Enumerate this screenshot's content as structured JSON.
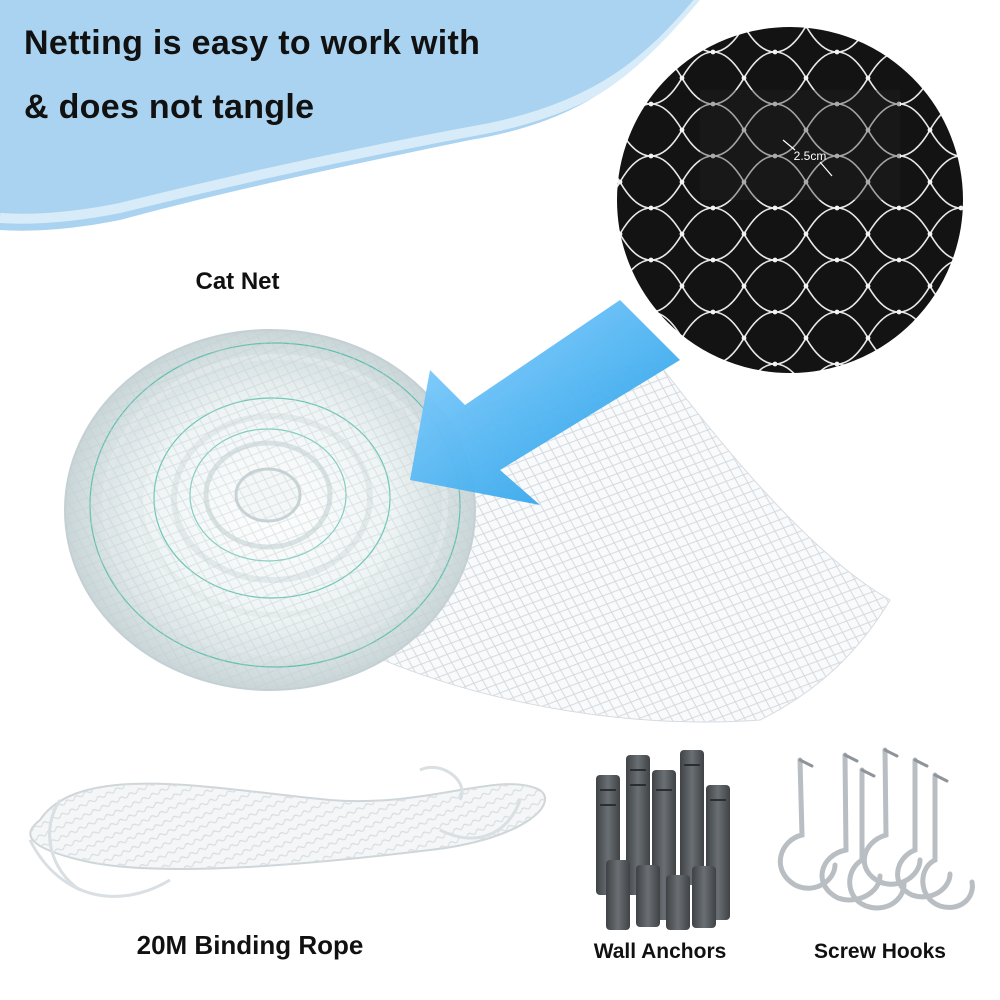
{
  "headline": {
    "line1": "Netting is easy to work with",
    "line2": "& does not tangle"
  },
  "zoom_inset": {
    "mesh_size": "2.5cm"
  },
  "labels": {
    "net": "Cat Net",
    "rope": "20M Binding Rope",
    "anchors": "Wall Anchors",
    "hooks": "Screw Hooks"
  },
  "colors": {
    "banner_blue": "#a9d3f0",
    "arrow_blue": "#2aa4e8",
    "inset_bg": "#131313",
    "anchor_gray": "#55595c",
    "hook_silver": "#b9bec3"
  }
}
